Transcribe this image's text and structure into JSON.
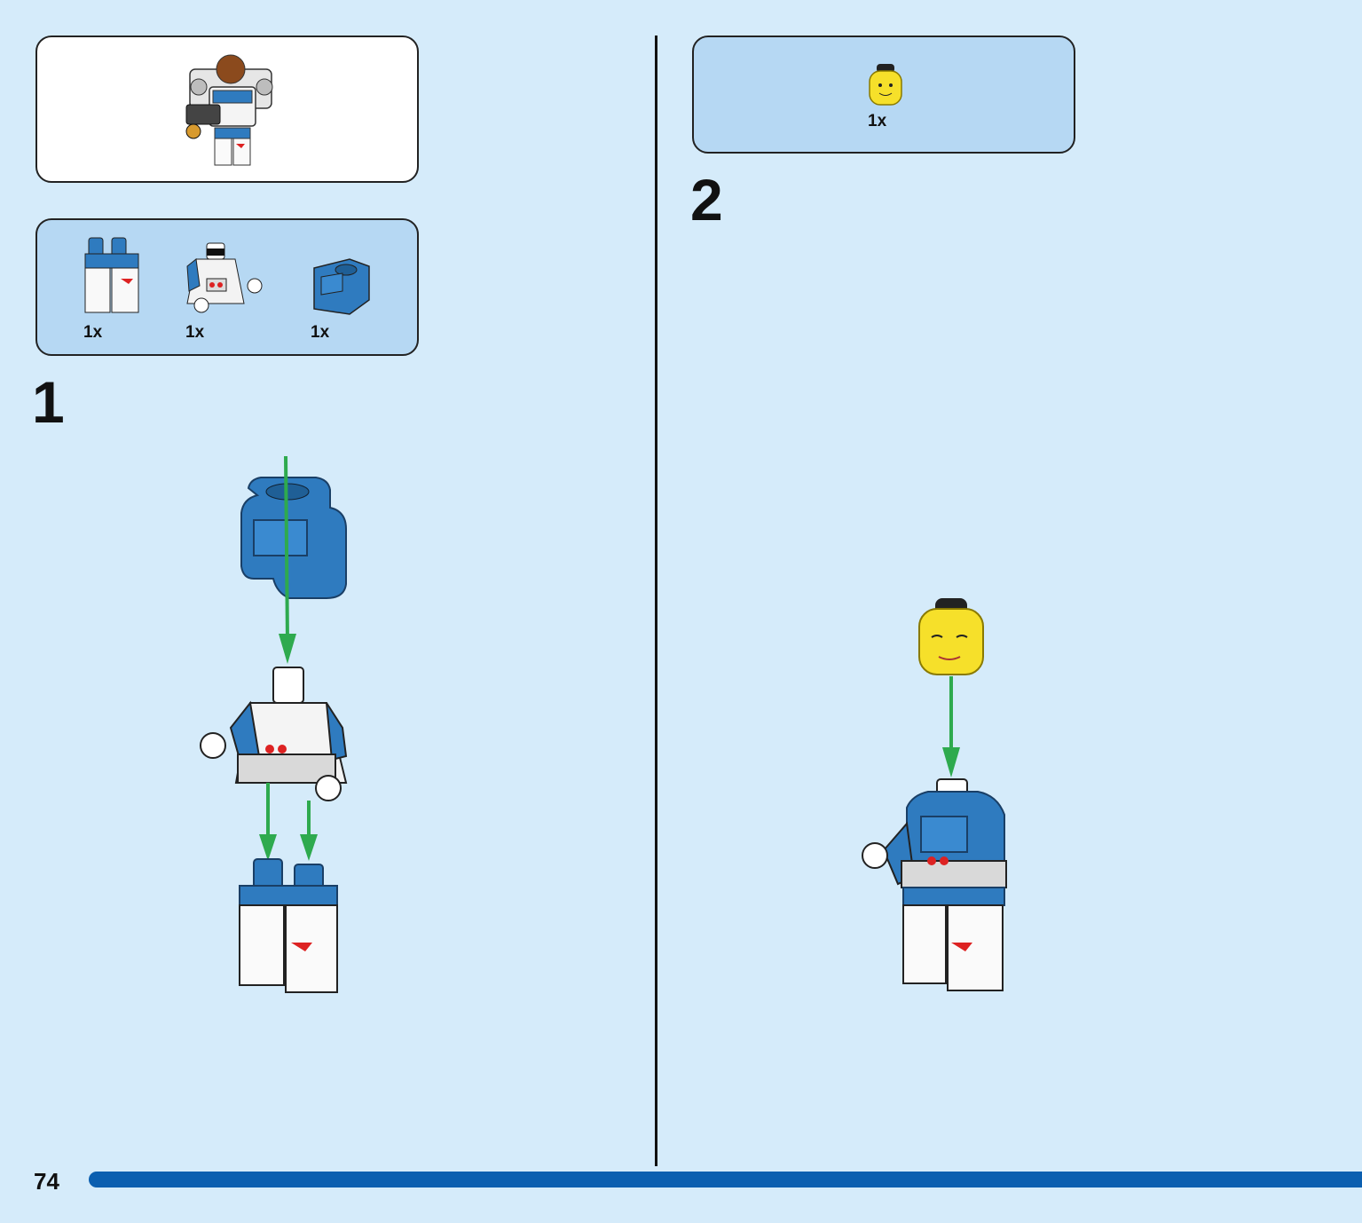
{
  "page_number": "74",
  "steps": [
    {
      "number": "1",
      "parts": [
        {
          "icon": "minifig-legs-icon",
          "quantity": "1x"
        },
        {
          "icon": "minifig-torso-icon",
          "quantity": "1x"
        },
        {
          "icon": "backpack-icon",
          "quantity": "1x"
        }
      ]
    },
    {
      "number": "2",
      "parts": [
        {
          "icon": "minifig-head-icon",
          "quantity": "1x"
        }
      ]
    }
  ],
  "colors": {
    "background": "#d5ebfa",
    "parts_box": "#b6d8f3",
    "brick_blue": "#2f7bbf",
    "arrow_green": "#2eaa4e",
    "head_yellow": "#f6e02a",
    "progress_bar": "#0b5fb0"
  }
}
